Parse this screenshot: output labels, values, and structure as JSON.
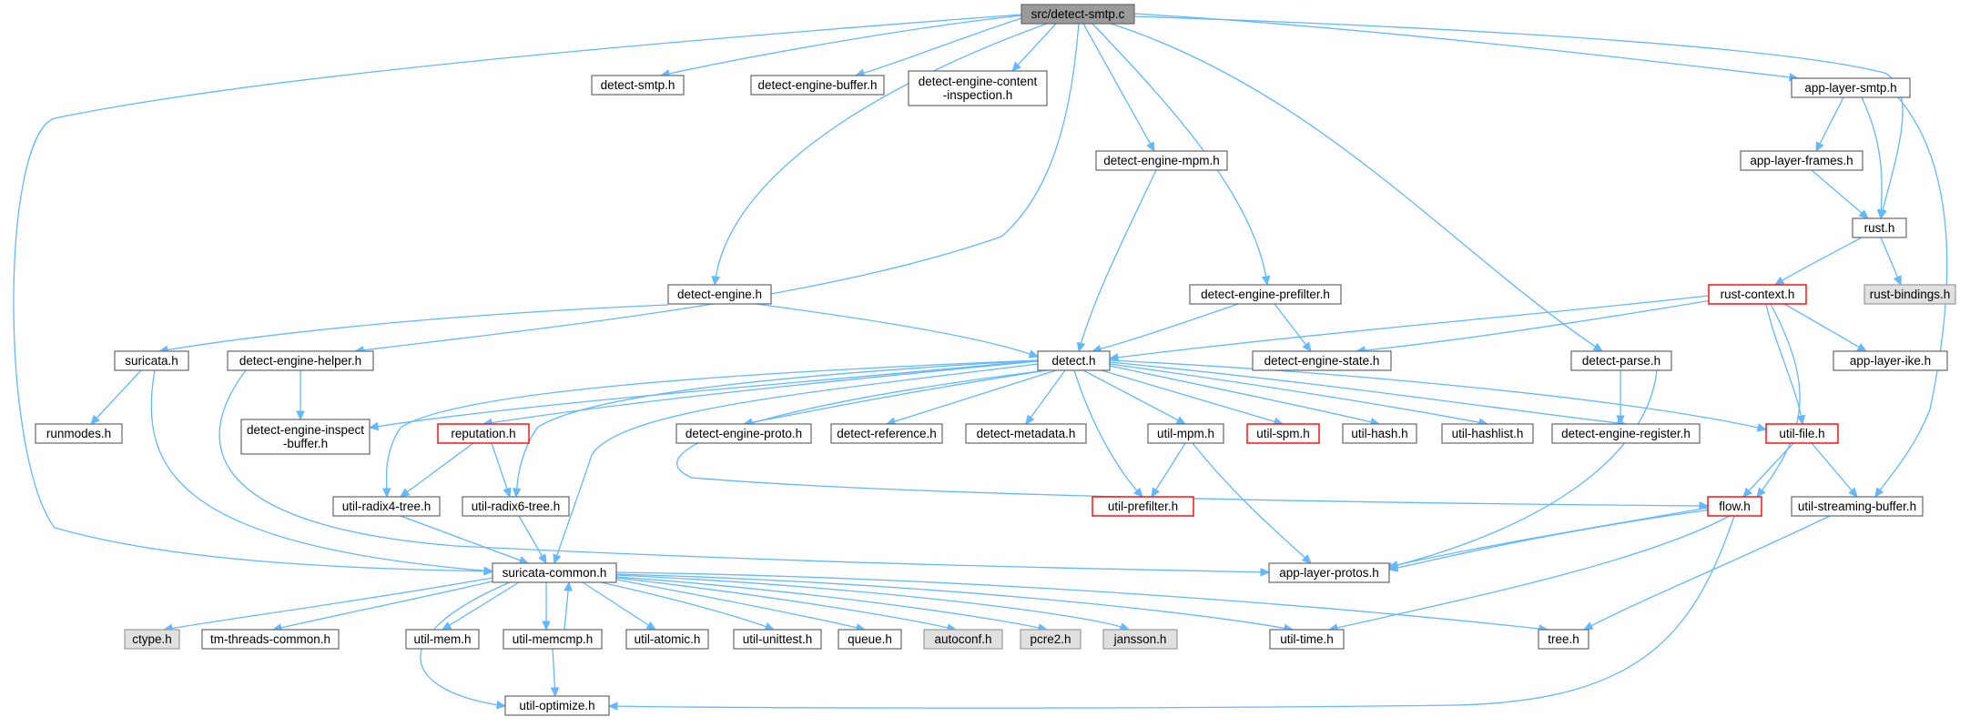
{
  "colors": {
    "edge": "#63b8ff",
    "root_fill": "#9a9a9a",
    "gray_fill": "#e0e0e0",
    "red_border": "#ff0000"
  },
  "nodes": [
    {
      "id": "root",
      "lines": [
        "src/detect-smtp.c"
      ],
      "style": "root"
    },
    {
      "id": "detect-smtp",
      "lines": [
        "detect-smtp.h"
      ]
    },
    {
      "id": "deb",
      "lines": [
        "detect-engine-buffer.h"
      ]
    },
    {
      "id": "deci",
      "lines": [
        "detect-engine-content",
        "-inspection.h"
      ]
    },
    {
      "id": "als",
      "lines": [
        "app-layer-smtp.h"
      ]
    },
    {
      "id": "alf",
      "lines": [
        "app-layer-frames.h"
      ]
    },
    {
      "id": "rust",
      "lines": [
        "rust.h"
      ]
    },
    {
      "id": "rustb",
      "lines": [
        "rust-bindings.h"
      ],
      "style": "gray"
    },
    {
      "id": "rustc",
      "lines": [
        "rust-context.h"
      ],
      "style": "red"
    },
    {
      "id": "dempm",
      "lines": [
        "detect-engine-mpm.h"
      ]
    },
    {
      "id": "de",
      "lines": [
        "detect-engine.h"
      ]
    },
    {
      "id": "dep",
      "lines": [
        "detect-engine-prefilter.h"
      ]
    },
    {
      "id": "suricata",
      "lines": [
        "suricata.h"
      ]
    },
    {
      "id": "deh",
      "lines": [
        "detect-engine-helper.h"
      ]
    },
    {
      "id": "detect",
      "lines": [
        "detect.h"
      ]
    },
    {
      "id": "des",
      "lines": [
        "detect-engine-state.h"
      ]
    },
    {
      "id": "dparse",
      "lines": [
        "detect-parse.h"
      ]
    },
    {
      "id": "alike",
      "lines": [
        "app-layer-ike.h"
      ]
    },
    {
      "id": "runmodes",
      "lines": [
        "runmodes.h"
      ]
    },
    {
      "id": "deib",
      "lines": [
        "detect-engine-inspect",
        "-buffer.h"
      ]
    },
    {
      "id": "rep",
      "lines": [
        "reputation.h"
      ],
      "style": "red"
    },
    {
      "id": "deproto",
      "lines": [
        "detect-engine-proto.h"
      ]
    },
    {
      "id": "dref",
      "lines": [
        "detect-reference.h"
      ]
    },
    {
      "id": "dmeta",
      "lines": [
        "detect-metadata.h"
      ]
    },
    {
      "id": "umpm",
      "lines": [
        "util-mpm.h"
      ]
    },
    {
      "id": "uspm",
      "lines": [
        "util-spm.h"
      ],
      "style": "red"
    },
    {
      "id": "uhash",
      "lines": [
        "util-hash.h"
      ]
    },
    {
      "id": "uhashl",
      "lines": [
        "util-hashlist.h"
      ]
    },
    {
      "id": "dereg",
      "lines": [
        "detect-engine-register.h"
      ]
    },
    {
      "id": "ufile",
      "lines": [
        "util-file.h"
      ],
      "style": "red"
    },
    {
      "id": "r4",
      "lines": [
        "util-radix4-tree.h"
      ]
    },
    {
      "id": "r6",
      "lines": [
        "util-radix6-tree.h"
      ]
    },
    {
      "id": "upref",
      "lines": [
        "util-prefilter.h"
      ],
      "style": "red"
    },
    {
      "id": "flow",
      "lines": [
        "flow.h"
      ],
      "style": "red"
    },
    {
      "id": "usb",
      "lines": [
        "util-streaming-buffer.h"
      ]
    },
    {
      "id": "sc",
      "lines": [
        "suricata-common.h"
      ]
    },
    {
      "id": "alp",
      "lines": [
        "app-layer-protos.h"
      ]
    },
    {
      "id": "ctype",
      "lines": [
        "ctype.h"
      ],
      "style": "gray"
    },
    {
      "id": "tmtc",
      "lines": [
        "tm-threads-common.h"
      ]
    },
    {
      "id": "umem",
      "lines": [
        "util-mem.h"
      ]
    },
    {
      "id": "umemcmp",
      "lines": [
        "util-memcmp.h"
      ]
    },
    {
      "id": "uatomic",
      "lines": [
        "util-atomic.h"
      ]
    },
    {
      "id": "uunit",
      "lines": [
        "util-unittest.h"
      ]
    },
    {
      "id": "queue",
      "lines": [
        "queue.h"
      ]
    },
    {
      "id": "autoconf",
      "lines": [
        "autoconf.h"
      ],
      "style": "gray"
    },
    {
      "id": "pcre2",
      "lines": [
        "pcre2.h"
      ],
      "style": "gray"
    },
    {
      "id": "jansson",
      "lines": [
        "jansson.h"
      ],
      "style": "gray"
    },
    {
      "id": "utime",
      "lines": [
        "util-time.h"
      ]
    },
    {
      "id": "tree",
      "lines": [
        "tree.h"
      ]
    },
    {
      "id": "uopt",
      "lines": [
        "util-optimize.h"
      ]
    }
  ]
}
